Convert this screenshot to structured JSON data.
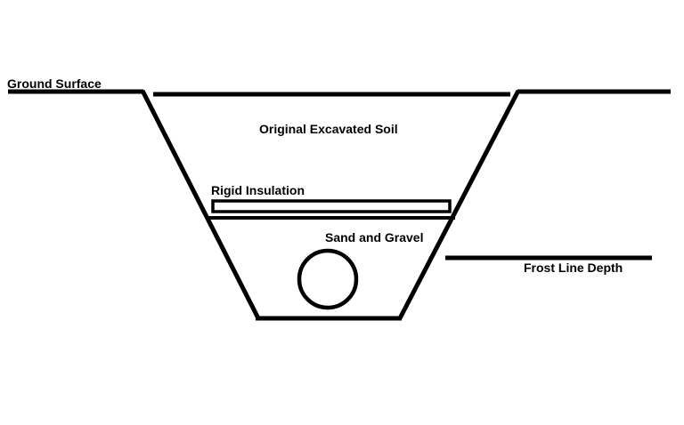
{
  "diagram": {
    "labels": {
      "ground_surface": "Ground Surface",
      "original_excavated_soil": "Original Excavated Soil",
      "rigid_insulation": "Rigid Insulation",
      "sand_and_gravel": "Sand and Gravel",
      "frost_line_depth": "Frost Line Depth"
    },
    "colors": {
      "line": "#000000",
      "text": "#000000",
      "background": "#ffffff"
    }
  }
}
